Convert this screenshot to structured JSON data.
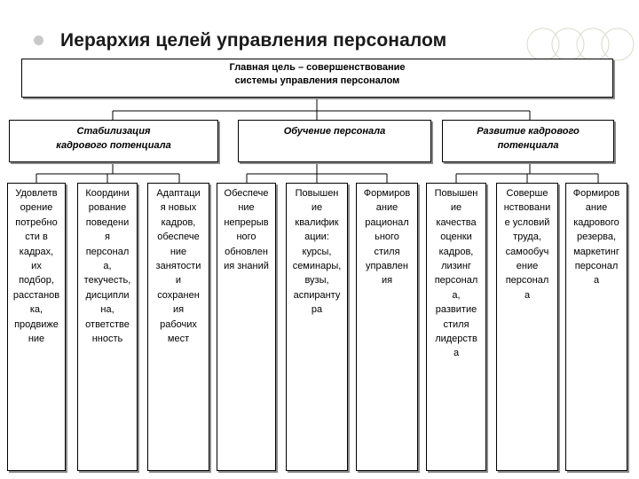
{
  "title": "Иерархия целей управления персоналом",
  "main_goal": {
    "lines": [
      "Главная цель – совершенствование",
      "системы управления персоналом"
    ]
  },
  "sub_goals": [
    {
      "lines": [
        "Стабилизация",
        "кадрового потенциала"
      ]
    },
    {
      "lines": [
        "Обучение персонала"
      ]
    },
    {
      "lines": [
        "Развитие кадрового",
        "потенциала"
      ]
    }
  ],
  "leaves": [
    {
      "lines": [
        "Удовлетв",
        "орение",
        "потребно",
        "сти в",
        "кадрах,",
        "их",
        "подбор,",
        "расстанов",
        "ка,",
        "продвиже",
        "ние"
      ]
    },
    {
      "lines": [
        "Координи",
        "рование",
        "поведени",
        "я",
        "персонал",
        "а,",
        "текучесть,",
        "дисципли",
        "на,",
        "ответстве",
        "нность"
      ]
    },
    {
      "lines": [
        "Адаптаци",
        "я новых",
        "кадров,",
        "обеспече",
        "ние",
        "занятости",
        "и",
        "сохранен",
        "ия",
        "рабочих",
        "мест"
      ]
    },
    {
      "lines": [
        "Обеспече",
        "ние",
        "непрерыв",
        "ного",
        "обновлен",
        "ия знаний"
      ]
    },
    {
      "lines": [
        "Повышен",
        "ие",
        "квалифик",
        "ации:",
        "курсы,",
        "семинары,",
        "вузы,",
        "аспиранту",
        "ра"
      ]
    },
    {
      "lines": [
        "Формиров",
        "ание",
        "рационал",
        "ьного",
        "стиля",
        "управлен",
        "ия"
      ]
    },
    {
      "lines": [
        "Повышен",
        "ие",
        "качества",
        "оценки",
        "кадров,",
        "лизинг",
        "персонал",
        "а,",
        "развитие",
        "стиля",
        "лидерств",
        "а"
      ]
    },
    {
      "lines": [
        "Соверше",
        "нствовани",
        "е условий",
        "труда,",
        "самообуч",
        "ение",
        "персонал",
        "а"
      ]
    },
    {
      "lines": [
        "Формиров",
        "ание",
        "кадрового",
        "резерва,",
        "маркетинг",
        "персонал",
        "а"
      ]
    }
  ],
  "colors": {
    "bullet": "#c9c9c9",
    "decoration": "#d8dccc",
    "lines": "#000000"
  },
  "icons": [
    "bullet-dot-icon",
    "decorative-rings"
  ]
}
